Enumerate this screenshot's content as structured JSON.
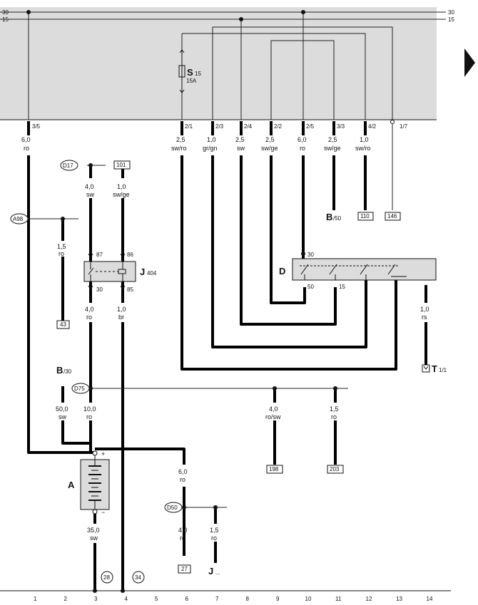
{
  "rails": {
    "top_label": "30",
    "mid_label": "15"
  },
  "fuse": {
    "id": "S",
    "num": "15",
    "rating": "15A"
  },
  "pins": {
    "p1": "3/5",
    "p2": "2/1",
    "p3": "2/3",
    "p4": "2/4",
    "p5": "2/2",
    "p6": "2/5",
    "p7": "3/3",
    "p8": "4/2",
    "p9": "1/7"
  },
  "wires": {
    "w1": {
      "size": "6,0",
      "color": "ro"
    },
    "w2": {
      "size": "2,5",
      "color": "sw/ro"
    },
    "w3": {
      "size": "1,0",
      "color": "gr/gn"
    },
    "w4": {
      "size": "2,5",
      "color": "sw"
    },
    "w5": {
      "size": "2,5",
      "color": "sw/ge"
    },
    "w6": {
      "size": "6,0",
      "color": "ro"
    },
    "w7": {
      "size": "2,5",
      "color": "sw/ge"
    },
    "w8": {
      "size": "1,0",
      "color": "sw/ro"
    },
    "d17": {
      "size": "4,0",
      "color": "sw"
    },
    "r101": {
      "size": "1,0",
      "color": "sw/ge"
    },
    "a98": {
      "size": "1,5",
      "color": "ro"
    },
    "j30": {
      "size": "4,0",
      "color": "ro"
    },
    "j85": {
      "size": "1,0",
      "color": "br"
    },
    "drs": {
      "size": "1,0",
      "color": "rs"
    },
    "b30": {
      "size": "50,0",
      "color": "sw"
    },
    "c10": {
      "size": "10,0",
      "color": "ro"
    },
    "c9": {
      "size": "4,0",
      "color": "ro/sw"
    },
    "c11": {
      "size": "1,5",
      "color": "ro"
    },
    "a6": {
      "size": "6,0",
      "color": "ro"
    },
    "a35": {
      "size": "35,0",
      "color": "sw"
    },
    "d50a": {
      "size": "4,0",
      "color": "ro"
    },
    "d50b": {
      "size": "1,5",
      "color": "ro"
    }
  },
  "connectors": {
    "d17": "D17",
    "r101": "101",
    "a98": "A98",
    "d75": "D75",
    "d50": "D50",
    "r43": "43",
    "r110": "110",
    "r146": "146",
    "r198": "198",
    "r203": "203",
    "r27": "27"
  },
  "components": {
    "relay": {
      "id": "J",
      "num": "404",
      "pin87": "87",
      "pin86": "86",
      "pin30": "30",
      "pin85": "85"
    },
    "ignition": {
      "id": "D",
      "pin30": "30",
      "pin50": "50",
      "pin15": "15"
    },
    "battery": {
      "id": "A",
      "plus": "+",
      "minus": "−"
    },
    "b50": {
      "id": "B",
      "sub": "/50"
    },
    "b30": {
      "id": "B",
      "sub": "/30"
    },
    "t11": {
      "id": "T",
      "sub": "1/1"
    },
    "j_more": {
      "id": "J",
      "suffix": "..."
    }
  },
  "ground_refs": {
    "g28": "28",
    "g34": "34"
  },
  "bottom_scale": [
    "1",
    "2",
    "3",
    "4",
    "5",
    "6",
    "7",
    "8",
    "9",
    "10",
    "11",
    "12",
    "13",
    "14"
  ]
}
